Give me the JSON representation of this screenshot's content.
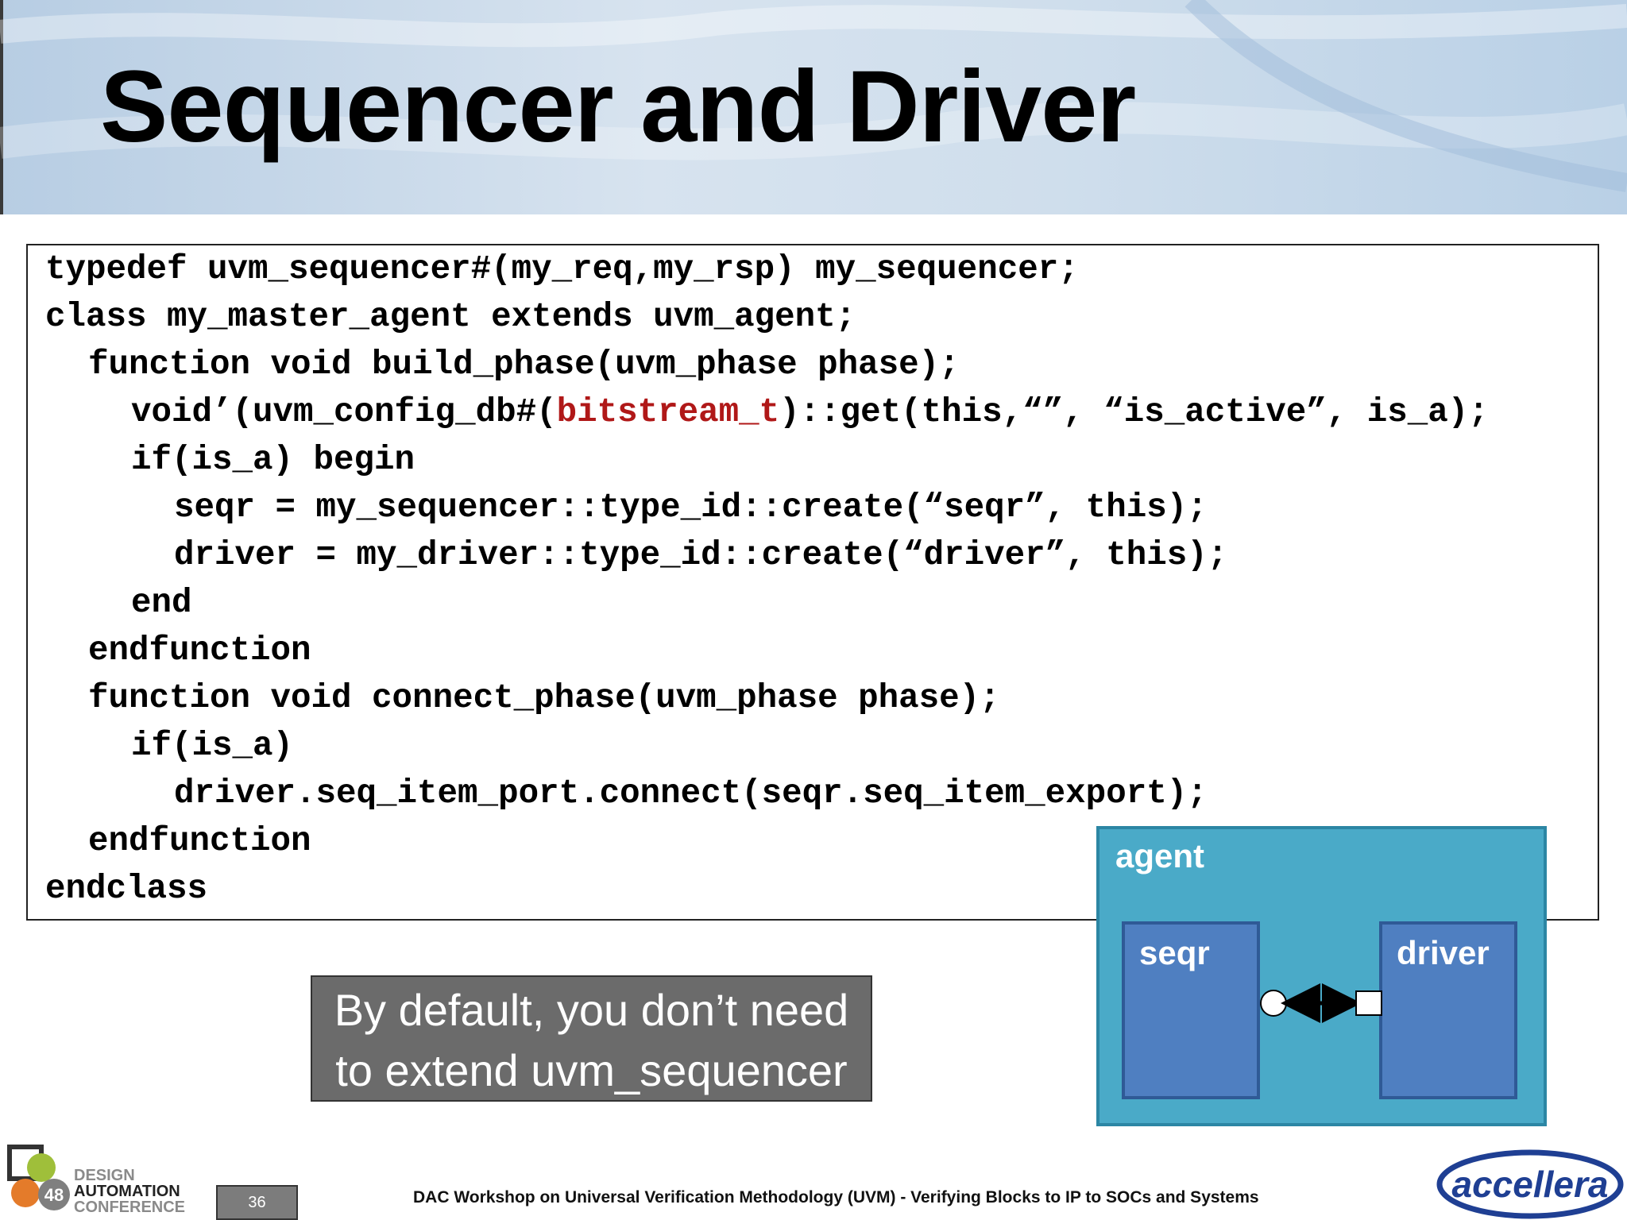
{
  "slide": {
    "title": "Sequencer and Driver",
    "code": [
      {
        "indent": 0,
        "parts": [
          {
            "text": "typedef uvm_sequencer#(my_req,my_rsp) my_sequencer;"
          }
        ]
      },
      {
        "indent": 0,
        "parts": [
          {
            "text": "class my_master_agent extends uvm_agent;"
          }
        ]
      },
      {
        "indent": 1,
        "parts": [
          {
            "text": "function void build_phase(uvm_phase phase);"
          }
        ]
      },
      {
        "indent": 2,
        "parts": [
          {
            "text": "void’(uvm_config_db#("
          },
          {
            "text": "bitstream_t",
            "highlight": true
          },
          {
            "text": ")::get(this,“”, “is_active”, is_a);"
          }
        ]
      },
      {
        "indent": 2,
        "parts": [
          {
            "text": "if(is_a) begin"
          }
        ]
      },
      {
        "indent": 3,
        "parts": [
          {
            "text": "seqr = my_sequencer::type_id::create(“seqr”, this);"
          }
        ]
      },
      {
        "indent": 3,
        "parts": [
          {
            "text": "driver = my_driver::type_id::create(“driver”, this);"
          }
        ]
      },
      {
        "indent": 2,
        "parts": [
          {
            "text": "end"
          }
        ]
      },
      {
        "indent": 1,
        "parts": [
          {
            "text": "endfunction"
          }
        ]
      },
      {
        "indent": 1,
        "parts": [
          {
            "text": "function void connect_phase(uvm_phase phase);"
          }
        ]
      },
      {
        "indent": 2,
        "parts": [
          {
            "text": "if(is_a)"
          }
        ]
      },
      {
        "indent": 3,
        "parts": [
          {
            "text": "driver.seq_item_port.connect(seqr.seq_item_export);"
          }
        ]
      },
      {
        "indent": 1,
        "parts": [
          {
            "text": "endfunction"
          }
        ]
      },
      {
        "indent": 0,
        "parts": [
          {
            "text": "endclass"
          }
        ]
      }
    ],
    "code_highlight_color": "#b01818",
    "note": {
      "line1": "By default, you don’t need",
      "line2": "to extend uvm_sequencer"
    },
    "diagram": {
      "agent_label": "agent",
      "seqr_label": "seqr",
      "driver_label": "driver",
      "agent_color": "#4aaac8",
      "component_color": "#4f7fc1"
    }
  },
  "footer": {
    "logo_number": "48",
    "logo_line1": "DESIGN",
    "logo_line2": "AUTOMATION",
    "logo_line3": "CONFERENCE",
    "page_number": "36",
    "workshop_text": "DAC Workshop on Universal Verification Methodology (UVM) - Verifying Blocks to IP to SOCs and Systems",
    "accellera_text": "accellera"
  }
}
